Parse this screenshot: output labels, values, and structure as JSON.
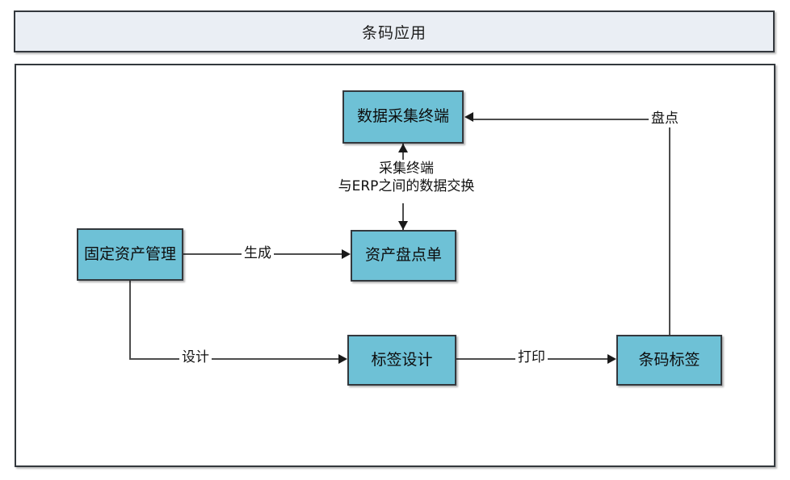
{
  "diagram": {
    "title": "条码应用",
    "nodes": [
      {
        "id": "terminal",
        "label": "数据采集终端"
      },
      {
        "id": "fixed_asset",
        "label": "固定资产管理"
      },
      {
        "id": "inventory_sheet",
        "label": "资产盘点单"
      },
      {
        "id": "label_design",
        "label": "标签设计"
      },
      {
        "id": "barcode_label",
        "label": "条码标签"
      }
    ],
    "edge_labels": {
      "exchange_line1": "采集终端",
      "exchange_line2": "与ERP之间的数据交换",
      "generate": "生成",
      "design": "设计",
      "print": "打印",
      "count": "盘点"
    },
    "edges": [
      {
        "from": "inventory_sheet",
        "to": "terminal",
        "label": "采集终端 与ERP之间的数据交换",
        "direction": "both"
      },
      {
        "from": "fixed_asset",
        "to": "inventory_sheet",
        "label": "生成",
        "direction": "forward"
      },
      {
        "from": "fixed_asset",
        "to": "label_design",
        "label": "设计",
        "direction": "forward"
      },
      {
        "from": "label_design",
        "to": "barcode_label",
        "label": "打印",
        "direction": "forward"
      },
      {
        "from": "barcode_label",
        "to": "terminal",
        "label": "盘点",
        "direction": "forward"
      }
    ],
    "colors": {
      "node_fill": "#6ec1d6",
      "node_border": "#33383d",
      "title_fill": "#eaeef4",
      "frame_border": "#33383d",
      "connector": "#4d4d4d",
      "canvas": "#ffffff"
    }
  }
}
